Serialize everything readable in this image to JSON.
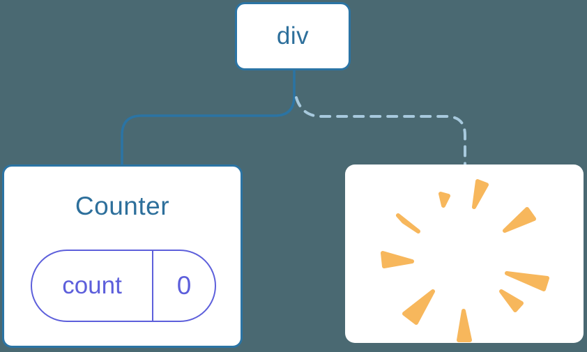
{
  "diagram": {
    "description": "React component tree with root div, a Counter component holding state, and a removed component poofing away",
    "root": {
      "label": "div"
    },
    "counter": {
      "title": "Counter",
      "state_key": "count",
      "state_value": "0",
      "connection": "solid"
    },
    "removed": {
      "icon": "poof-starburst",
      "connection": "dashed"
    }
  },
  "colors": {
    "bg": "#4A6972",
    "line": "#2B74A4",
    "text-blue": "#2D6F9B",
    "purple": "#5D5FDB",
    "dash": "#A7C9DD",
    "orange": "#F7B75C",
    "card": "#FFFFFF"
  }
}
